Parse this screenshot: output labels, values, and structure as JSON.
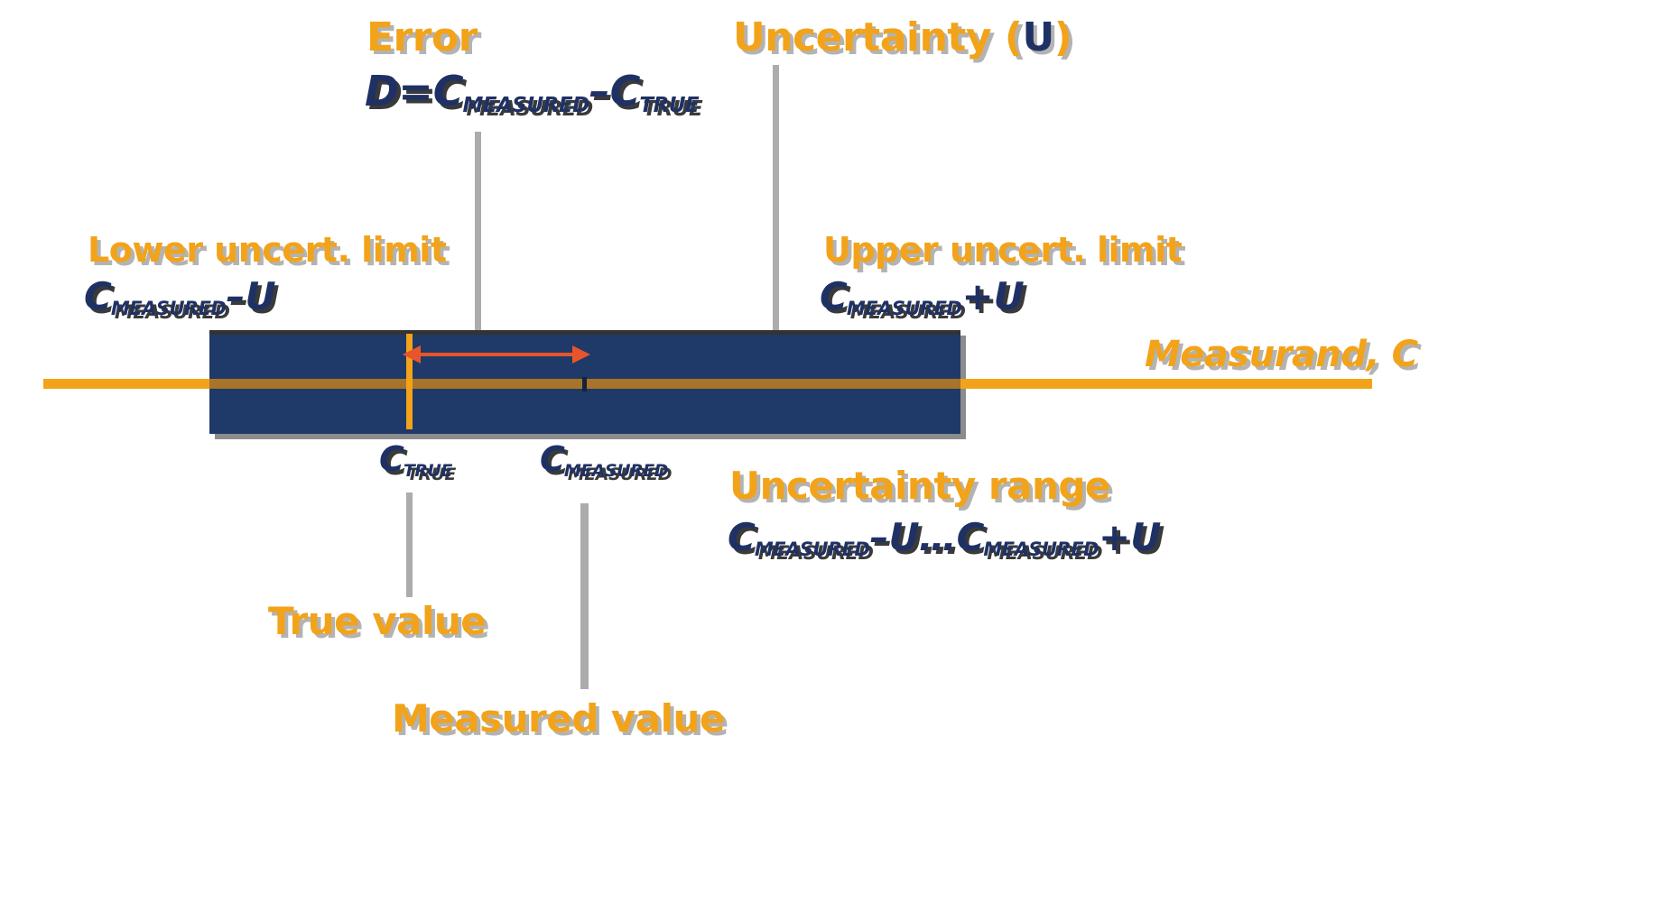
{
  "diagram": {
    "title": "Measurement error and uncertainty diagram",
    "colors": {
      "label_orange": "#F2A319",
      "formula_navy": "#1F3164",
      "band_navy": "#1F3A68",
      "axis_orange": "#F2A319",
      "axis_inner_brown": "#A8742A",
      "arrow_gray": "#ACACAC",
      "error_arrow_red": "#E8552A",
      "text_shadow_gray": "#B3B3B3"
    }
  },
  "labels": {
    "error_title": "Error",
    "error_formula_lead": "D",
    "error_formula_eq": "=",
    "error_formula_c1": "C",
    "error_formula_c1_sub": "MEASURED",
    "error_formula_minus": "–",
    "error_formula_c2": "C",
    "error_formula_c2_sub": "TRUE",
    "uncertainty_title_pre": "Uncertainty (",
    "uncertainty_title_symbol": "U",
    "uncertainty_title_post": ")",
    "lower_limit_title": "Lower uncert. limit",
    "lower_limit_c": "C",
    "lower_limit_sub": "MEASURED",
    "lower_limit_op": "–",
    "lower_limit_u": "U",
    "upper_limit_title": "Upper uncert. limit",
    "upper_limit_c": "C",
    "upper_limit_sub": "MEASURED",
    "upper_limit_op": "+",
    "upper_limit_u": "U",
    "measurand_axis": "Measurand, C",
    "c_true": "C",
    "c_true_sub": "TRUE",
    "c_measured": "C",
    "c_measured_sub": "MEASURED",
    "true_value": "True value",
    "measured_value": "Measured value",
    "uncertainty_range_title": "Uncertainty range",
    "range_c1": "C",
    "range_c1_sub": "MEASURED",
    "range_op1": "–",
    "range_u1": "U",
    "range_ellipsis": "…",
    "range_c2": "C",
    "range_c2_sub": "MEASURED",
    "range_op2": "+",
    "range_u2": "U"
  }
}
